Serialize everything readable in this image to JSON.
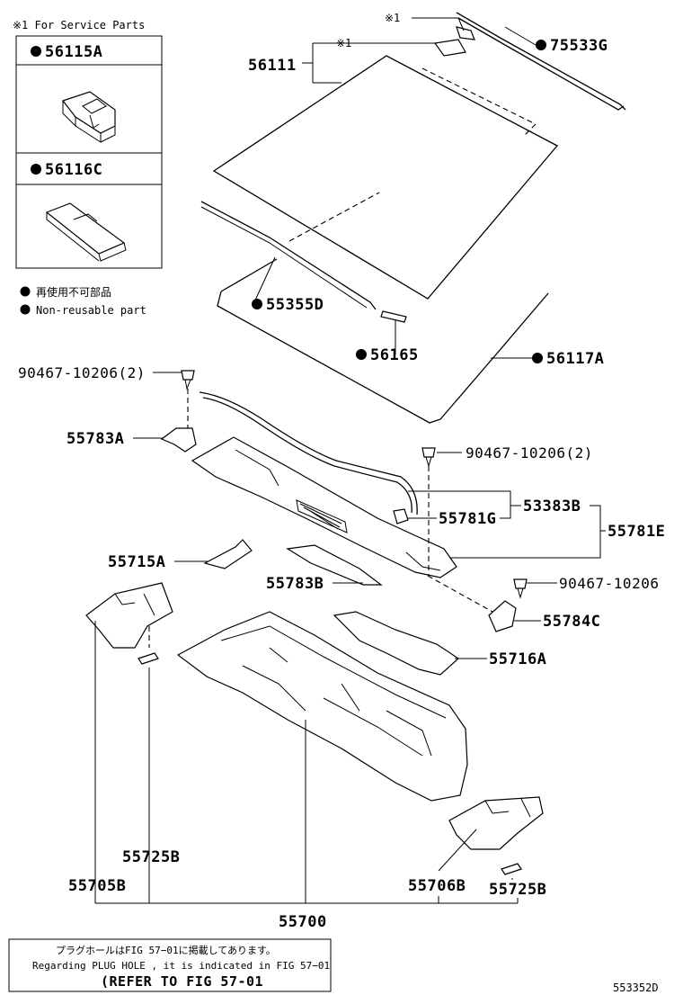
{
  "service_note": "※1 For Service Parts",
  "service_parts": [
    {
      "label": "56115A"
    },
    {
      "label": "56116C"
    }
  ],
  "legend": {
    "jp": "再使用不可部品",
    "en": "Non-reusable part"
  },
  "labels": {
    "p56111": "56111",
    "note1_top": "※1",
    "note1_glass": "※1",
    "p75533G": "75533G",
    "p55355D": "55355D",
    "p56165": "56165",
    "p56117A": "56117A",
    "p90467_left": "90467-10206(2)",
    "p55783A": "55783A",
    "p90467_right": "90467-10206(2)",
    "p53383B": "53383B",
    "p55781G": "55781G",
    "p55781E": "55781E",
    "p55715A": "55715A",
    "p55783B": "55783B",
    "p90467_single": "90467-10206",
    "p55784C": "55784C",
    "p55716A": "55716A",
    "p55725B_left": "55725B",
    "p55705B": "55705B",
    "p55706B": "55706B",
    "p55725B_right": "55725B",
    "p55700": "55700"
  },
  "bottom_note": {
    "jp": "プラグホールはFIG 57−01に掲載してあります。",
    "en": "Regarding PLUG HOLE , it is indicated in FIG 57−01",
    "refer": "(REFER TO FIG 57-01"
  },
  "figure_id": "553352D"
}
